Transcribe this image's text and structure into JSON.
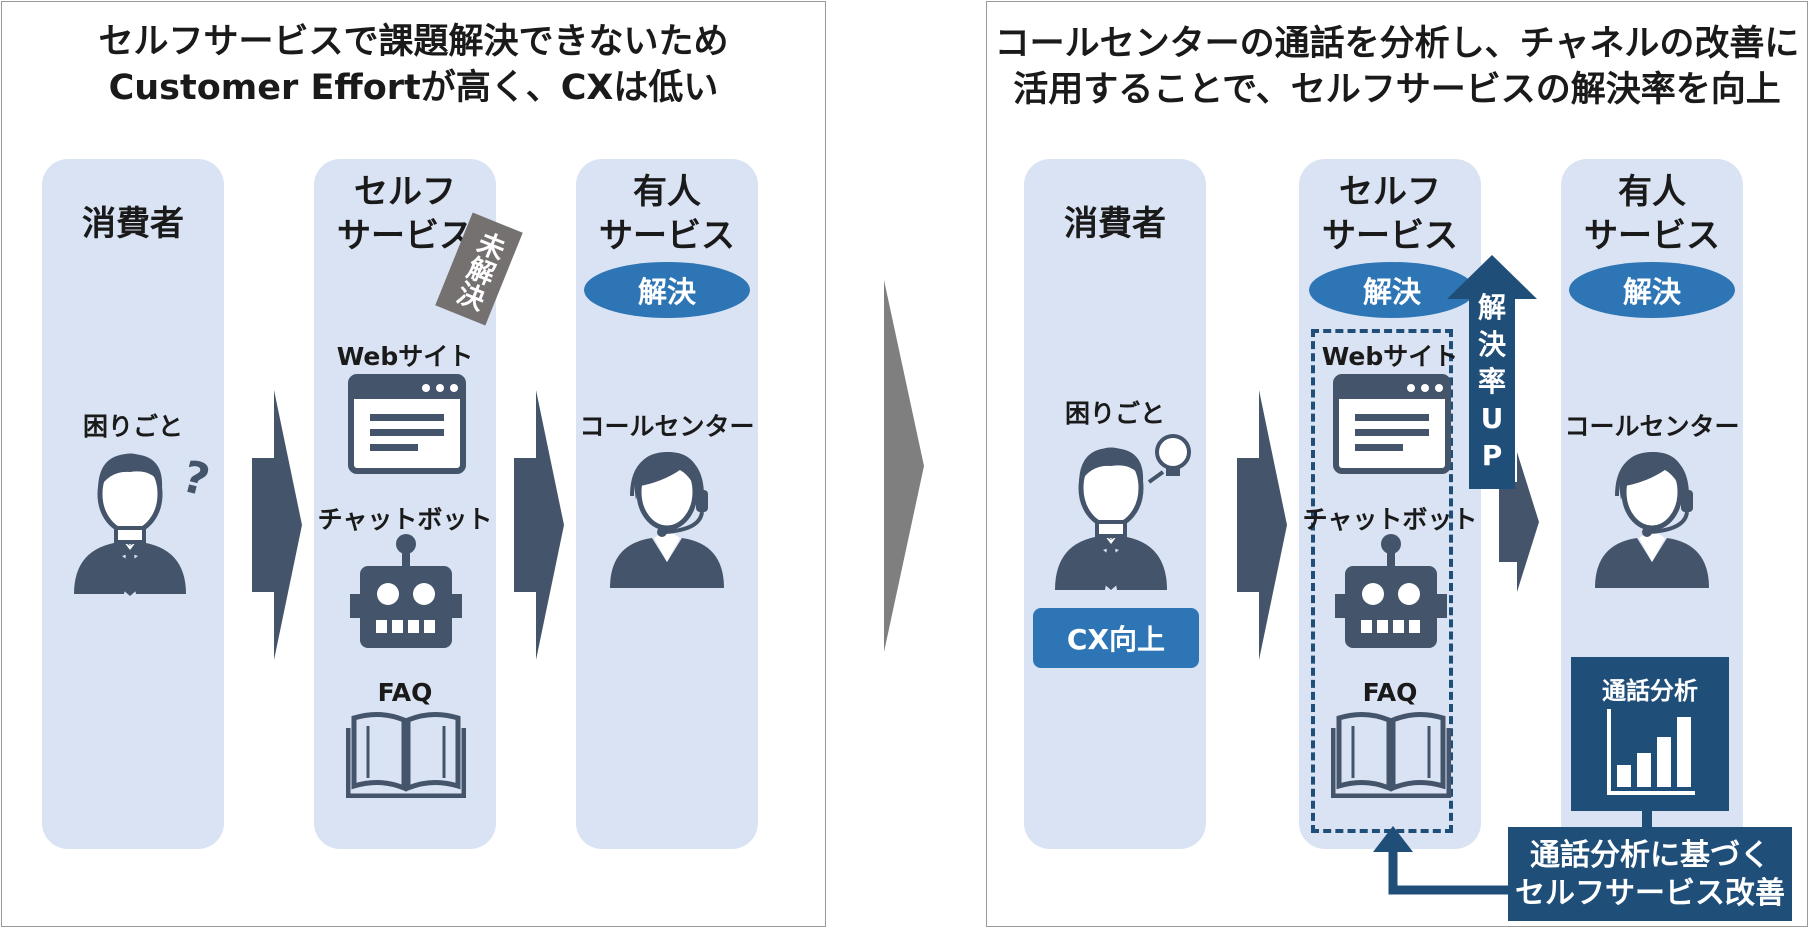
{
  "left": {
    "title_line1": "セルフサービスで課題解決できないため",
    "title_line2": "Customer Effortが高く、CXは低い",
    "consumer_label": "消費者",
    "self_label_line1": "セルフ",
    "self_label_line2": "サービス",
    "unresolved_tag": "未解決",
    "manned_label_line1": "有人",
    "manned_label_line2": "サービス",
    "resolved_badge": "解決",
    "trouble_label": "困りごと",
    "website_label": "Webサイト",
    "chatbot_label": "チャットボット",
    "faq_label": "FAQ",
    "callcenter_label": "コールセンター"
  },
  "right": {
    "title_line1": "コールセンターの通話を分析し、チャネルの改善に",
    "title_line2": "活用することで、セルフサービスの解決率を向上",
    "consumer_label": "消費者",
    "self_label_line1": "セルフ",
    "self_label_line2": "サービス",
    "self_resolved_badge": "解決",
    "manned_label_line1": "有人",
    "manned_label_line2": "サービス",
    "manned_resolved_badge": "解決",
    "trouble_label": "困りごと",
    "cx_up_label": "CX向上",
    "website_label": "Webサイト",
    "chatbot_label": "チャットボット",
    "faq_label": "FAQ",
    "callcenter_label": "コールセンター",
    "resolution_up_chars": [
      "解",
      "決",
      "率",
      "U",
      "P"
    ],
    "call_analysis_label": "通話分析",
    "improvement_line1": "通話分析に基づく",
    "improvement_line2": "セルフサービス改善"
  },
  "colors": {
    "column_bg": "#dae3f3",
    "icon_dark": "#44546a",
    "accent_blue": "#2e75b6",
    "navy": "#1f4e79",
    "tag_gray": "#767171",
    "big_arrow_gray": "#7f7f7f"
  }
}
